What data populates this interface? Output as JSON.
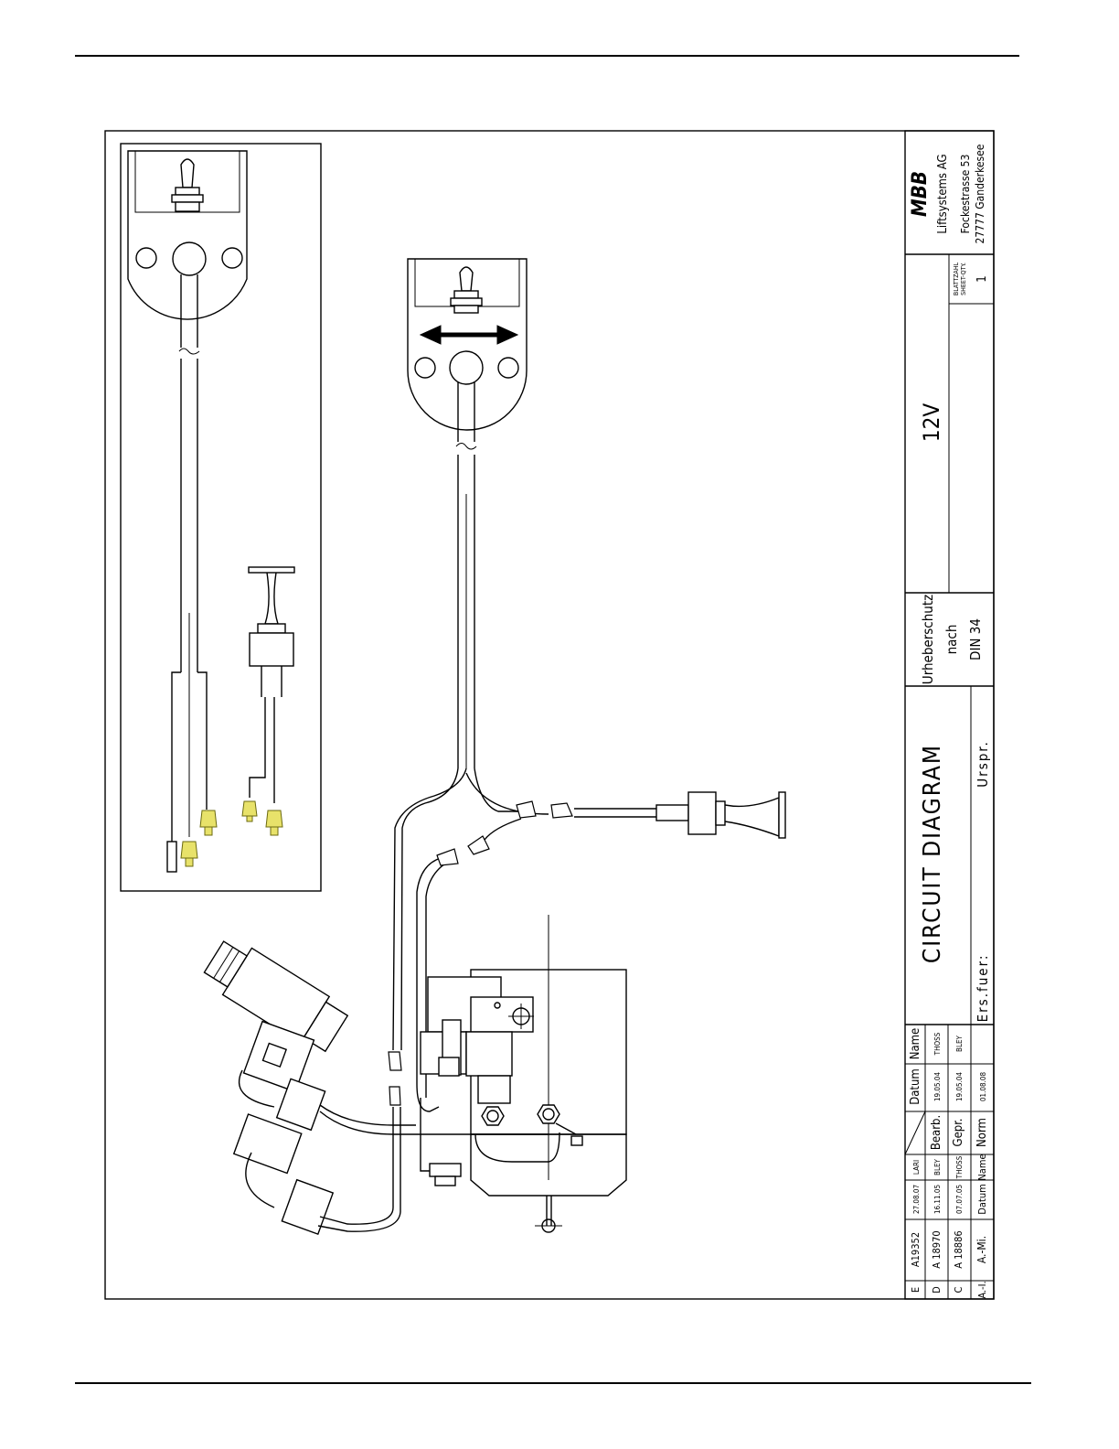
{
  "title_block": {
    "logo": "MBB",
    "company": "Liftsystems AG",
    "street": "Fockestrasse 53",
    "city": "27777 Ganderkesee",
    "sheet_qty_label_de": "BLATTZAHL",
    "sheet_qty_label_en": "SHEET-QTY.",
    "sheet_qty_value": "1",
    "voltage": "12V",
    "copyright_line1": "Urheberschutz",
    "copyright_line2": "nach",
    "copyright_line3": "DIN 34",
    "drawing_title": "CIRCUIT DIAGRAM",
    "replacement_for_label": "Ers.fuer:",
    "origin_label": "Urspr.",
    "revision_rows": [
      {
        "letter": "E",
        "change_no": "A19352",
        "date": "27.08.07",
        "name": "LARI"
      },
      {
        "letter": "D",
        "change_no": "A 18970",
        "date": "16.11.05",
        "name": "BLEY"
      },
      {
        "letter": "C",
        "change_no": "A 18886",
        "date": "07.07.05",
        "name": "THOSS"
      },
      {
        "letter": "A.-I.",
        "change_no": "A.-Mi.",
        "date": "Datum",
        "name": "Name"
      }
    ],
    "approval_header": {
      "date": "Datum",
      "name": "Name"
    },
    "approval_rows": [
      {
        "label": "Bearb.",
        "date": "19.05.04",
        "name": "THOSS"
      },
      {
        "label": "Gepr.",
        "date": "19.05.04",
        "name": "BLEY"
      },
      {
        "label": "Norm",
        "date": "01.08.08",
        "name": ""
      }
    ]
  }
}
